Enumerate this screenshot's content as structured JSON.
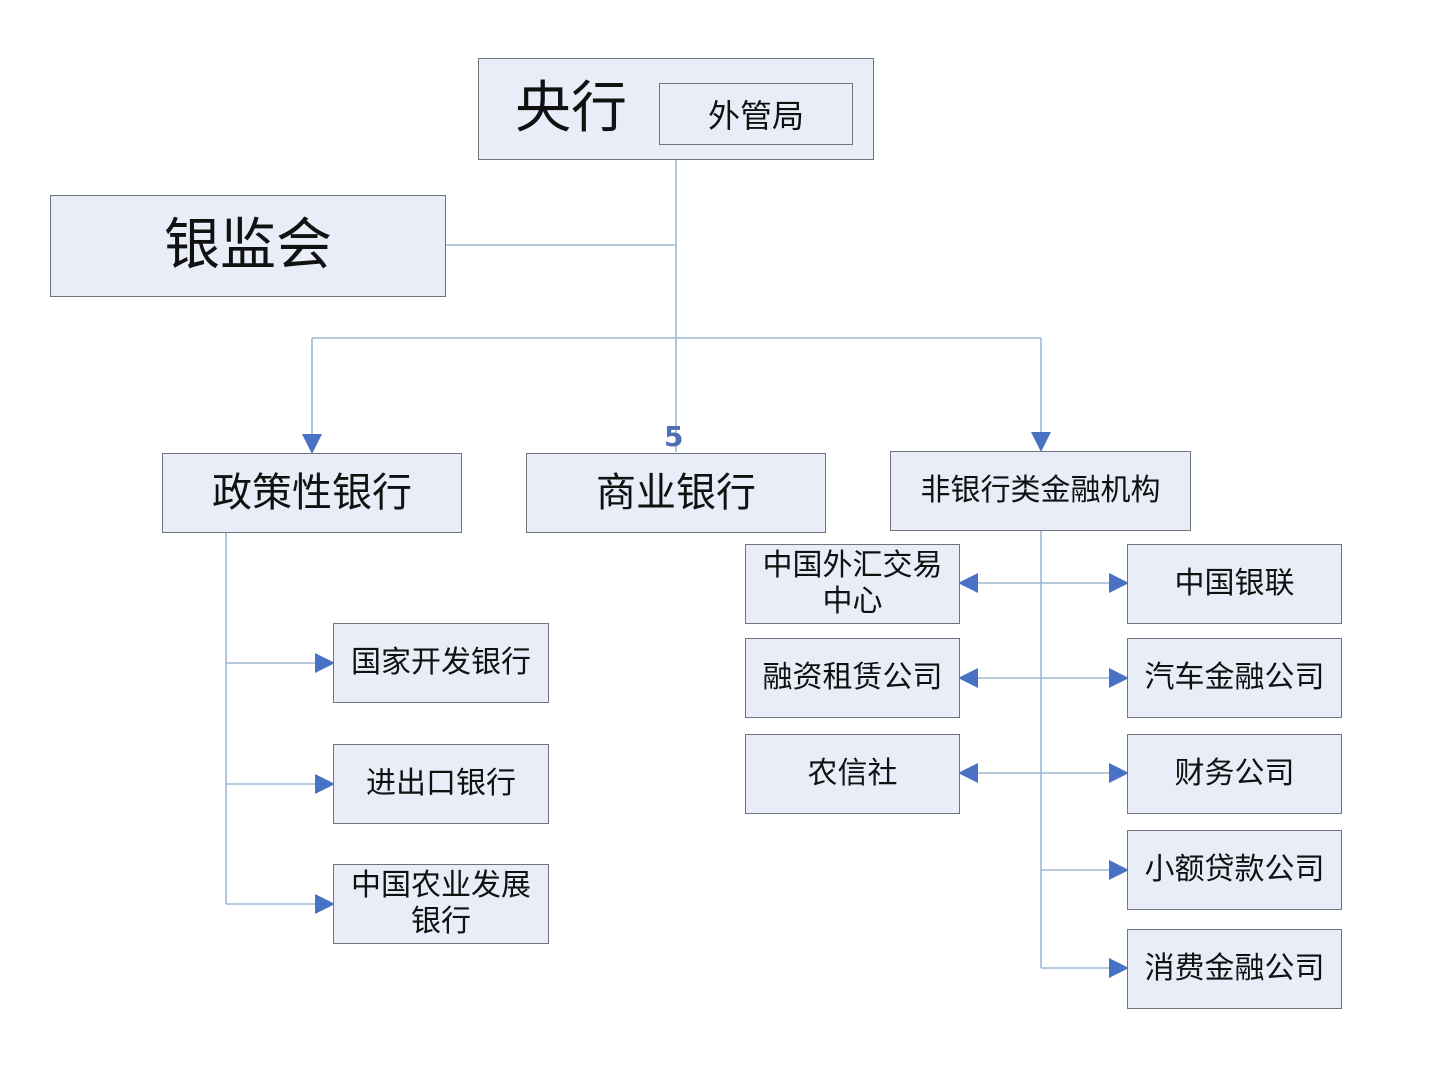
{
  "nodes": {
    "central_bank": "央行",
    "forex_admin": "外管局",
    "cbrc": "银监会",
    "policy_banks": "政策性银行",
    "commercial_banks": "商业银行",
    "non_bank": "非银行类金融机构",
    "cdb": "国家开发银行",
    "exim": "进出口银行",
    "adbc_line1": "中国农业发展",
    "adbc_line2": "银行",
    "cfets_line1": "中国外汇交易",
    "cfets_line2": "中心",
    "leasing": "融资租赁公司",
    "rcc": "农信社",
    "unionpay": "中国银联",
    "auto_finance": "汽车金融公司",
    "finance_co": "财务公司",
    "microloan": "小额贷款公司",
    "consumer_finance": "消费金融公司"
  },
  "page_number": "5",
  "colors": {
    "box_fill": "#e8edf7",
    "box_border": "#6e7580",
    "connector": "#9fb8d4",
    "arrow": "#4a72c4"
  }
}
